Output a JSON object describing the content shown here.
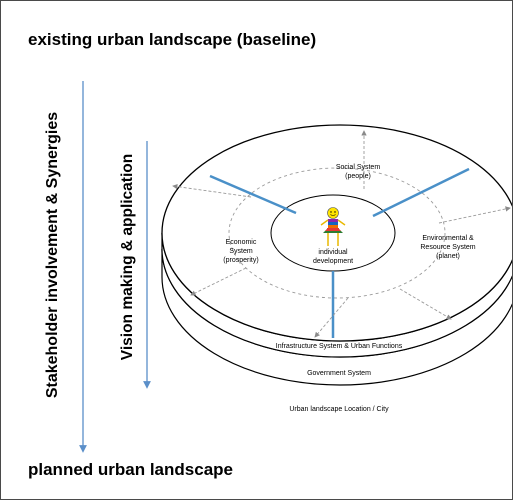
{
  "headings": {
    "top": "existing urban landscape (baseline)",
    "bottom": "planned urban landscape"
  },
  "side_labels": {
    "outer": "Stakeholder involvement & Synergies",
    "inner": "Vision making & application"
  },
  "diagram": {
    "center": "individual development",
    "social": "Social System (people)",
    "economic": "Economic System (prosperity)",
    "environmental": "Environmental & Resource System (planet)",
    "infrastructure": "Infrastructure System & Urban Functions",
    "government": "Government System",
    "location": "Urban landscape Location / City"
  },
  "colors": {
    "arrow_blue": "#5b8fc9",
    "divider_blue": "#4a90c8",
    "dashed_grey": "#9a9a9a"
  }
}
